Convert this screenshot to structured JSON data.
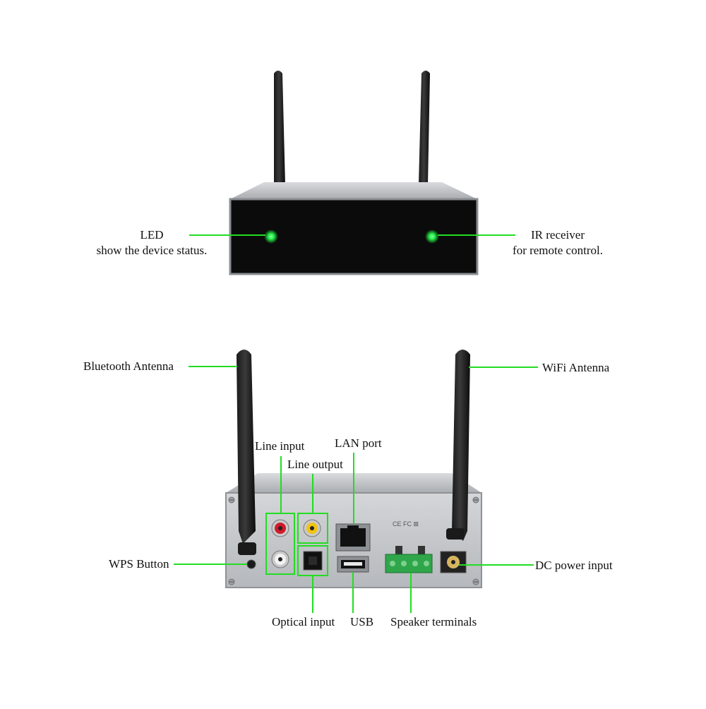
{
  "front_view": {
    "led": {
      "title": "LED",
      "desc": "show the device status."
    },
    "ir": {
      "title": "IR receiver",
      "desc": "for remote control."
    }
  },
  "back_view": {
    "bluetooth_antenna": "Bluetooth Antenna",
    "wifi_antenna": "WiFi Antenna",
    "line_input": "Line input",
    "line_output": "Line output",
    "lan_port": "LAN port",
    "wps_button": "WPS Button",
    "dc_power_input": "DC power input",
    "optical_input": "Optical input",
    "usb": "USB",
    "speaker_terminals": "Speaker terminals"
  },
  "colors": {
    "callout_line": "#22dd22",
    "led_glow": "#2aff55",
    "front_panel": "#0b0b0b",
    "chassis": "#c9cbce"
  },
  "icons": [
    "antenna-icon",
    "rca-jack-icon",
    "rj45-port-icon",
    "usb-port-icon",
    "toslink-port-icon",
    "terminal-block-icon",
    "dc-jack-icon",
    "screw-icon"
  ]
}
